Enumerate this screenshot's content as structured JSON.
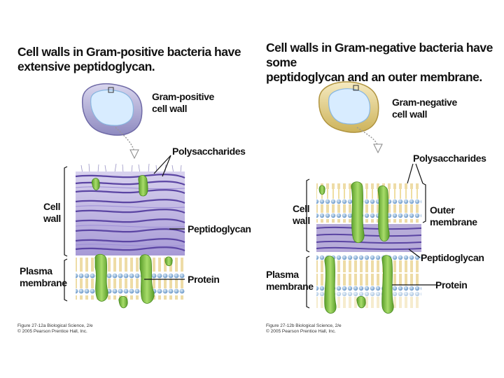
{
  "gram_positive": {
    "heading": "Cell walls in Gram-positive bacteria have\nextensive peptidoglycan.",
    "cell_label": "Gram-positive\ncell wall",
    "polysaccharides": "Polysaccharides",
    "cell_wall": "Cell\nwall",
    "peptidoglycan": "Peptidoglycan",
    "plasma_membrane": "Plasma\nmembrane",
    "protein": "Protein",
    "credit": "Figure 27-12a Biological Science, 2/e\n© 2005 Pearson Prentice Hall, Inc."
  },
  "gram_negative": {
    "heading": "Cell walls in Gram-negative bacteria have some\npeptidoglycan and an outer membrane.",
    "cell_label": "Gram-negative\ncell wall",
    "polysaccharides": "Polysaccharides",
    "cell_wall": "Cell\nwall",
    "outer_membrane": "Outer\nmembrane",
    "peptidoglycan": "Peptidoglycan",
    "plasma_membrane": "Plasma\nmembrane",
    "protein": "Protein",
    "credit": "Figure 27-12b Biological Science, 2/e\n© 2005 Pearson Prentice Hall, Inc."
  },
  "colors": {
    "positive_cell": "#b9b6d8",
    "negative_cell": "#ead89a",
    "peptidoglycan": "#7a62b5",
    "protein": "#7cc040",
    "head_group": "#8fb6dc",
    "lipid_tail": "#e7c870"
  }
}
